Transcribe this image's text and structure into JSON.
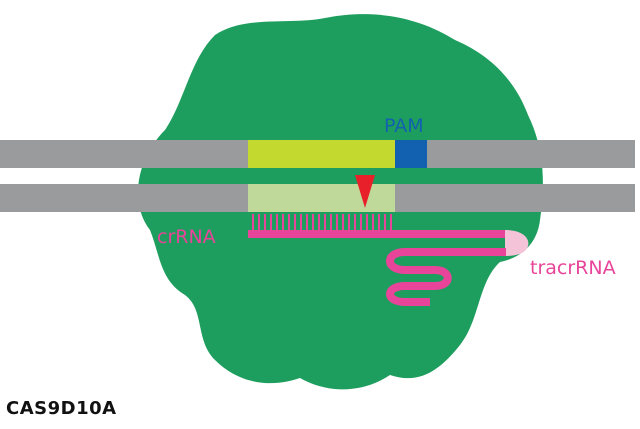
{
  "labels": {
    "pam": "PAM",
    "crrna": "crRNA",
    "tracrrna": "tracrRNA"
  },
  "caption": "CAS9D10A",
  "colors": {
    "protein": "#1e9e5e",
    "dna_strand": "#9a9b9d",
    "target_top": "#c3d930",
    "target_bottom": "#bfd99a",
    "pam": "#1261b0",
    "rna": "#e8449a",
    "rna_loop_tip": "#f4c3d8",
    "cut_marker": "#e8202a",
    "caption_text": "#111111"
  }
}
